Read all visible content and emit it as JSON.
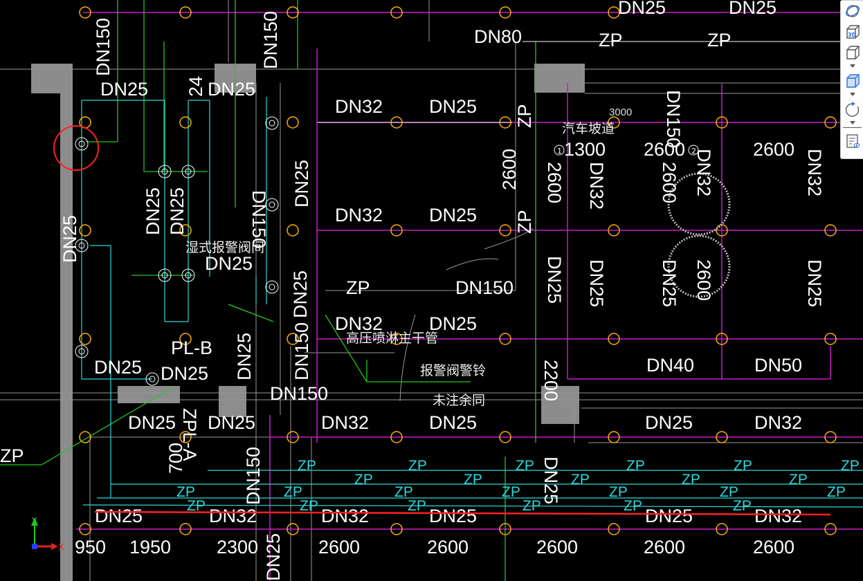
{
  "colors": {
    "pipe_magenta": "#c81ec8",
    "sprinkler": "#ffb000",
    "cyan": "#2cd9d9",
    "green": "#22c822",
    "grey": "#8c8c8c",
    "markup_red": "#ff2020",
    "background": "#000000"
  },
  "labels": [
    "DN80",
    "ZP",
    "ZP",
    "DN25",
    "DN25",
    "DN32",
    "DN25",
    "DN32",
    "DN25",
    "DN32",
    "DN25",
    "DN32",
    "DN25",
    "DN25",
    "DN32",
    "DN40",
    "DN50",
    "DN25",
    "DN25",
    "DN25",
    "DN25",
    "DN25",
    "DN150",
    "DN25",
    "DN32",
    "DN32",
    "DN25",
    "DN25",
    "DN32",
    "950",
    "1950",
    "2300",
    "2600",
    "2600",
    "2600",
    "2600",
    "2600",
    "1300",
    "2600",
    "2600",
    "3000",
    "DN25",
    "DN25",
    "DN150",
    "ZP",
    "ZP",
    "2600",
    "2600",
    "DN25",
    "DN32",
    "DN25",
    "DN32",
    "DN25",
    "DN32",
    "2600",
    "2600",
    "DN25",
    "DN25",
    "DN25",
    "DN25",
    "DN150",
    "DN25",
    "DN25",
    "ZPL-A",
    "PL-B",
    "ZP",
    "ZP",
    "DN150",
    "DN25",
    "700",
    "DN150",
    "DN150",
    "DN150",
    "DN25",
    "24",
    "2200",
    "DN25",
    "DN150"
  ],
  "cn_labels": [
    "湿式报警阀间",
    "汽车坡道",
    "报警阀警铃",
    "未注余同",
    "高压喷淋主干管"
  ],
  "zp_label": "ZP",
  "markers": [
    "1",
    "2"
  ],
  "ucs": {
    "x": "X",
    "y": "Y"
  },
  "toolbar": {
    "items": [
      "orbit-icon",
      "3d-view-icon",
      "wireframe-cube-icon",
      "shaded-cube-icon",
      "rotate-icon",
      "view-properties-icon"
    ]
  }
}
